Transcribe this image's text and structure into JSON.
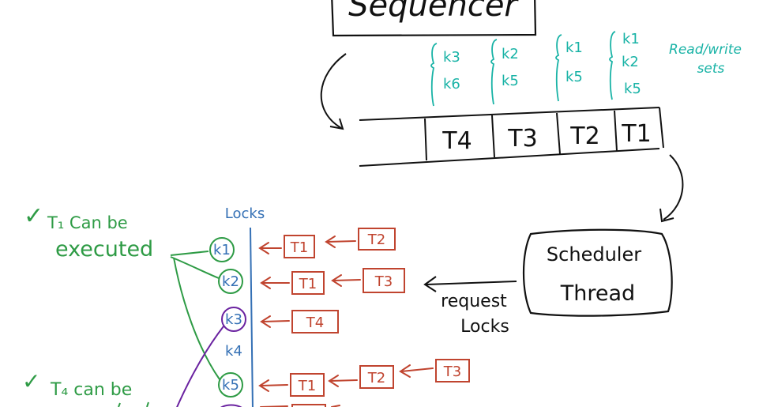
{
  "sequencer": {
    "label": "Sequencer"
  },
  "pipeline": {
    "transactions": [
      "T4",
      "T3",
      "T2",
      "T1"
    ],
    "rw_sets": [
      [
        "k3",
        "k6"
      ],
      [
        "k2",
        "k5"
      ],
      [
        "k1",
        "k5"
      ],
      [
        "k1",
        "k2",
        "k5"
      ]
    ],
    "rw_label": [
      "Read/write",
      "sets"
    ]
  },
  "scheduler": {
    "label_line1": "Scheduler",
    "label_line2": "Thread",
    "request_line1": "request",
    "request_line2": "Locks"
  },
  "locks": {
    "title": "Locks",
    "keys": [
      "k1",
      "k2",
      "k3",
      "k4",
      "k5"
    ],
    "queues": {
      "k1": [
        "T1",
        "T2"
      ],
      "k2": [
        "T1",
        "T3"
      ],
      "k3": [
        "T4"
      ],
      "k4": [],
      "k5": [
        "T1",
        "T2",
        "T3"
      ]
    }
  },
  "notes": {
    "t1": {
      "check": "✓",
      "line1": "T₁ Can be",
      "line2": "executed"
    },
    "t4": {
      "check": "✓",
      "line1": "T₄ can be"
    }
  },
  "colors": {
    "ink": "#111111",
    "teal": "#19b3a6",
    "green": "#2e9b45",
    "blue": "#3470b5",
    "red": "#c0442f",
    "purple": "#6a22a0"
  }
}
